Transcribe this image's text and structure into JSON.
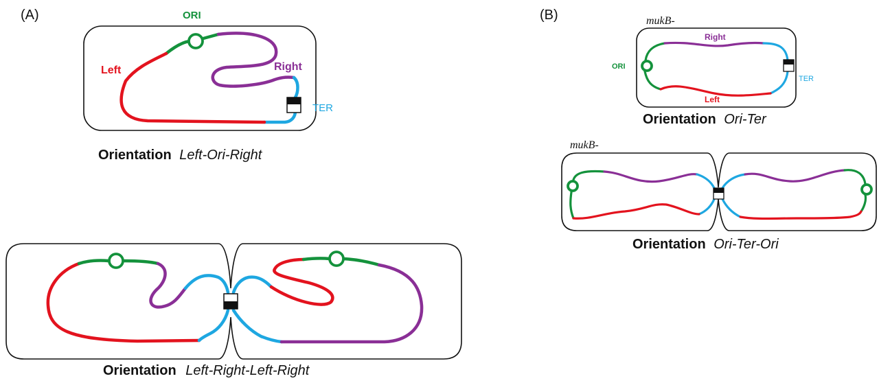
{
  "colors": {
    "ori": "#14923c",
    "right": "#8a2f96",
    "left": "#e3131e",
    "ter": "#1ea7e1",
    "outline": "#111111"
  },
  "panel_a": {
    "label": "(A)",
    "single": {
      "ori_label": "ORI",
      "left_label": "Left",
      "right_label": "Right",
      "ter_label": "TER",
      "caption_bold": "Orientation",
      "caption_italic": "Left-Ori-Right"
    },
    "dividing": {
      "caption_bold": "Orientation",
      "caption_italic": "Left-Right-Left-Right"
    }
  },
  "panel_b": {
    "label": "(B)",
    "single": {
      "strain_label": "mukB-",
      "ori_label": "ORI",
      "right_label": "Right",
      "left_label": "Left",
      "ter_label": "TER",
      "caption_bold": "Orientation",
      "caption_italic": "Ori-Ter"
    },
    "dividing": {
      "strain_label": "mukB-",
      "caption_bold": "Orientation",
      "caption_italic": "Ori-Ter-Ori"
    }
  }
}
